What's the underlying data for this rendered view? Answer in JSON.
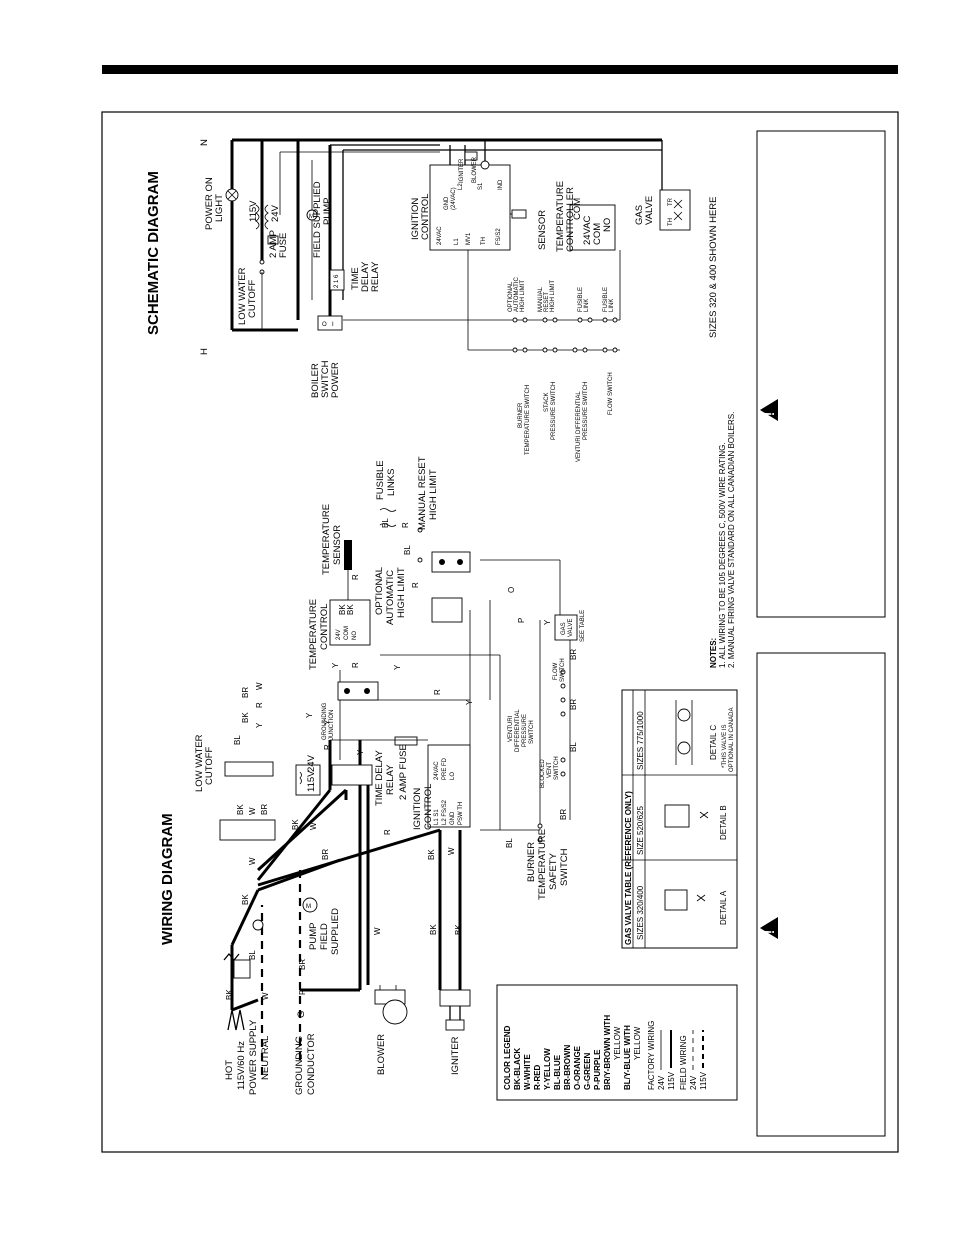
{
  "titles": {
    "schematic": "SCHEMATIC DIAGRAM",
    "wiring": "WIRING DIAGRAM"
  },
  "schematic": {
    "n": "N",
    "h": "H",
    "power_on_light": [
      "POWER ON",
      "LIGHT"
    ],
    "v115": "115V",
    "v24": "24V",
    "amp_fuse": [
      "2 AMP",
      "FUSE"
    ],
    "field_pump": [
      "FIELD SUPPLIED",
      "PUMP"
    ],
    "low_water": [
      "LOW WATER",
      "CUTOFF"
    ],
    "time_delay": [
      "TIME",
      "DELAY",
      "RELAY"
    ],
    "boiler_switch": [
      "BOILER",
      "SWITCH",
      "POWER"
    ],
    "ignition_control": [
      "IGNITION",
      "CONTROL"
    ],
    "ic_terms_top": [
      "24VAC",
      "GND",
      "(24VAC)",
      "L2",
      "S1",
      "IND"
    ],
    "ic_terms_bot": [
      "L1",
      "MV1",
      "TH",
      "FS/S2"
    ],
    "igniter": "IGNITER",
    "blower": "BLOWER",
    "sensor": "SENSOR",
    "temp_controller": [
      "TEMPERATURE",
      "CONTROLLER"
    ],
    "tc_terms": [
      "24VAC",
      "COM",
      "COM",
      "NO"
    ],
    "gas_valve": [
      "GAS",
      "VALVE"
    ],
    "gv_terms": [
      "TH",
      "TR"
    ],
    "opt_auto_hl": [
      "OPTIONAL",
      "AUTOMATIC",
      "HIGH LIMIT"
    ],
    "manual_reset_hl": [
      "MANUAL",
      "RESET",
      "HIGH LIMIT"
    ],
    "fusible_link": [
      "FUSIBLE",
      "LINK"
    ],
    "burner_temp_switch": [
      "BURNER",
      "TEMPERATURE SWITCH"
    ],
    "stack_pressure": [
      "STACK",
      "PRESSURE SWITCH"
    ],
    "venturi_pressure": [
      "VENTURI DIFFERENTIAL",
      "PRESSURE SWITCH"
    ],
    "flow_switch": "FLOW SWITCH",
    "sizes_note": "SIZES 320 & 400 SHOWN HERE"
  },
  "wiring": {
    "hot": "HOT",
    "power_supply": [
      "115V/60 Hz",
      "POWER SUPPLY"
    ],
    "neutral": "NEUTRAL",
    "grounding_conductor": [
      "GROUNDING",
      "CONDUCTOR"
    ],
    "g": "G",
    "blower": "BLOWER",
    "igniter": "IGNITER",
    "pump": [
      "PUMP",
      "FIELD",
      "SUPPLIED"
    ],
    "low_water_cutoff": [
      "LOW WATER",
      "CUTOFF"
    ],
    "transformer": [
      "115V",
      "24V"
    ],
    "time_delay_relay": [
      "TIME DELAY",
      "RELAY"
    ],
    "amp_fuse": "2 AMP FUSE",
    "ignition_control": [
      "IGNITION",
      "CONTROL"
    ],
    "grounding_junction": [
      "GROUNDING",
      "JUNCTION"
    ],
    "temperature_control": [
      "TEMPERATURE",
      "CONTROL"
    ],
    "temperature_sensor": [
      "TEMPERATURE",
      "SENSOR"
    ],
    "optional_auto_hl": [
      "OPTIONAL",
      "AUTOMATIC",
      "HIGH LIMIT"
    ],
    "manual_reset_hl": [
      "MANUAL RESET",
      "HIGH LIMIT"
    ],
    "fusible_links": [
      "FUSIBLE",
      "LINKS"
    ],
    "gas_valve": [
      "GAS",
      "VALVE"
    ],
    "see_table": "SEE TABLE",
    "flow_switch": [
      "FLOW",
      "SWITCH"
    ],
    "venturi": [
      "VENTURI",
      "DIFFERENTIAL",
      "PRESSURE",
      "SWITCH"
    ],
    "blocked_vent": [
      "BLOCKED",
      "VENT",
      "SWITCH"
    ],
    "burner_temp_safety": [
      "BURNER",
      "TEMPERATURE",
      "SAFETY",
      "SWITCH"
    ],
    "wire_labels": [
      "BK",
      "W",
      "R",
      "Y",
      "BL",
      "BR",
      "P",
      "O"
    ]
  },
  "color_legend": {
    "title": "COLOR LEGEND",
    "items": [
      "BK-BLACK",
      "W-WHITE",
      "R-RED",
      "Y-YELLOW",
      "BL-BLUE",
      "BR-BROWN",
      "O-ORANGE",
      "G-GREEN",
      "P-PURPLE",
      "BR/Y-BROWN WITH",
      "YELLOW",
      "BL/Y-BLUE WITH",
      "YELLOW"
    ],
    "factory": "FACTORY WIRING",
    "factory_24": "24V",
    "factory_115": "115V",
    "field": "FIELD WIRING",
    "field_24": "24V",
    "field_115": "115V"
  },
  "gas_valve_table": {
    "title": "GAS VALVE TABLE (REFERENCE ONLY)",
    "headers": [
      "SIZES 320/400",
      "SIZE 520/625",
      "SIZES 775/1000"
    ],
    "details": [
      "DETAIL A",
      "DETAIL B",
      "DETAIL C"
    ],
    "detail_c_note": [
      "*THIS VALVE IS",
      "OPTIONAL IN CANADA"
    ]
  },
  "notes": {
    "title": "NOTES:",
    "items": [
      "1. ALL WIRING TO BE 105 DEGREES C, 500V WIRE RATING.",
      "2. MANUAL FIRING VALVE STANDARD ON ALL CANADIAN BOILERS."
    ]
  },
  "warning_icon": "warning-triangle-icon"
}
